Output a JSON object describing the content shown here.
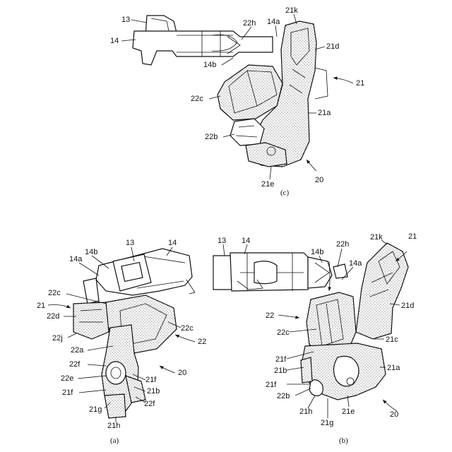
{
  "figure_c": {
    "caption": "(c)",
    "labels": {
      "l13": "13",
      "l14": "14",
      "l22h": "22h",
      "l14a": "14a",
      "l21k": "21k",
      "l21d": "21d",
      "l21": "21",
      "l14b": "14b",
      "l22c": "22c",
      "l21a": "21a",
      "l22b": "22b",
      "l21e": "21e",
      "l20": "20"
    }
  },
  "figure_a": {
    "caption": "(a)",
    "labels": {
      "l13": "13",
      "l14": "14",
      "l14b": "14b",
      "l14a": "14a",
      "l22c_left": "22c",
      "l21": "21",
      "l22d": "22d",
      "l22c_right": "22c",
      "l22j": "22j",
      "l22": "22",
      "l22a": "22a",
      "l22f_top": "22f",
      "l21f_right": "21f",
      "l20": "20",
      "l22e": "22e",
      "l21f_left": "21f",
      "l21b": "21b",
      "l22f_bottom": "22f",
      "l21g": "21g",
      "l21h": "21h"
    }
  },
  "figure_b": {
    "caption": "(b)",
    "labels": {
      "l13": "13",
      "l14": "14",
      "l14b": "14b",
      "l22h": "22h",
      "l21k": "21k",
      "l21": "21",
      "l14a": "14a",
      "l21d": "21d",
      "l22": "22",
      "l22c": "22c",
      "l21c": "21c",
      "l21f_top": "21f",
      "l21b": "21b",
      "l21a": "21a",
      "l21f_bottom": "21f",
      "l22b": "22b",
      "l21h": "21h",
      "l21e": "21e",
      "l21g": "21g",
      "l20": "20"
    }
  }
}
